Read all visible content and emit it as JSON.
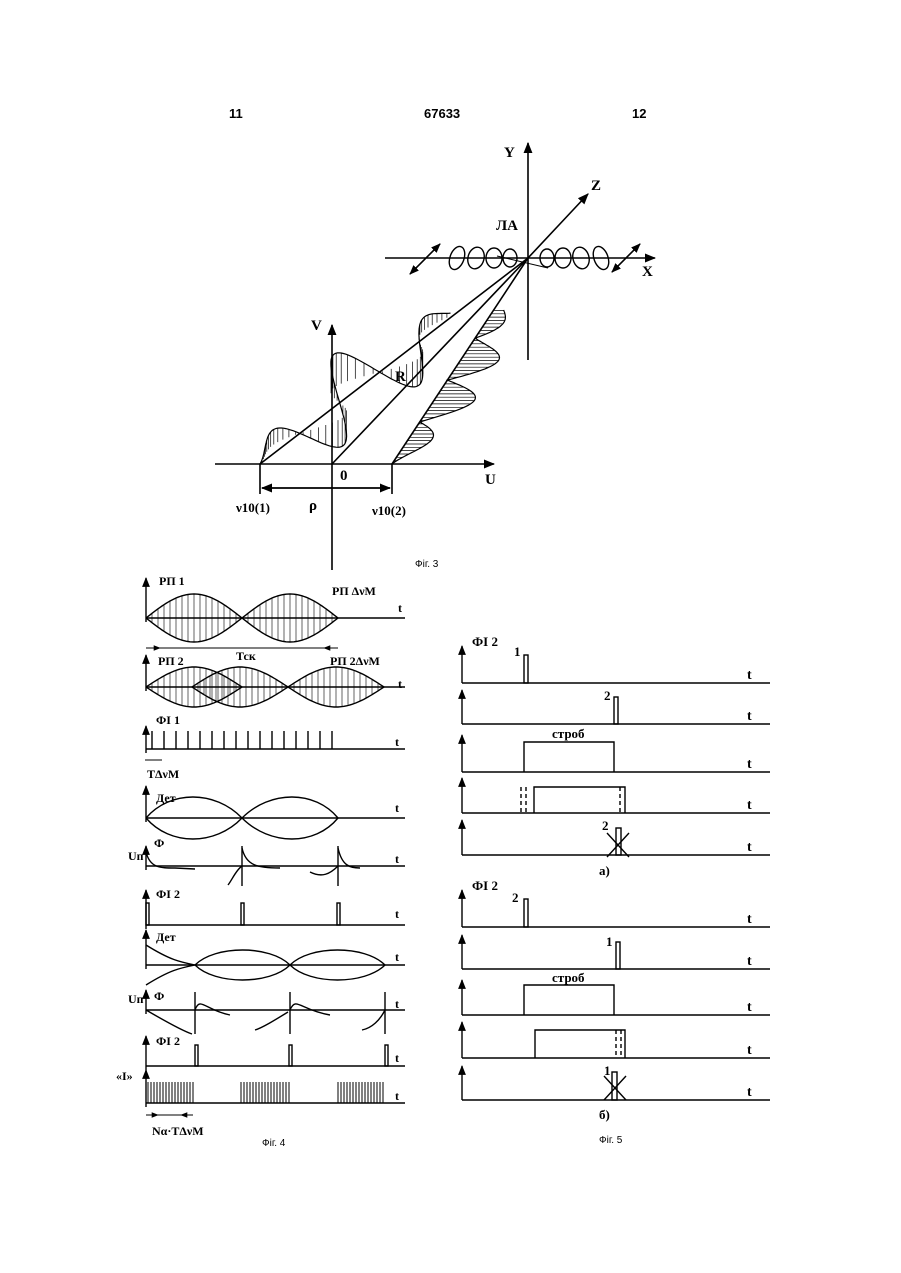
{
  "header": {
    "left": "11",
    "center": "67633",
    "right": "12"
  },
  "fig3": {
    "axis_y": "Y",
    "axis_z": "Z",
    "axis_x": "X",
    "la": "ЛА",
    "axis_v": "V",
    "axis_u": "U",
    "r": "R",
    "origin": "0",
    "rho": "ρ",
    "nu1": "ν10(1)",
    "nu2": "ν10(2)",
    "caption": "Фіг. 3"
  },
  "fig4": {
    "rp1": "РП 1",
    "rp1_right": "РП ΔνМ",
    "tck": "Тск",
    "rp2": "РП 2",
    "rp2_right": "РП 2ΔνМ",
    "fi1": "ФІ 1",
    "t_dnu": "TΔνМ",
    "det": "Дет",
    "un": "Uп",
    "phi": "Ф",
    "fi2": "ФІ 2",
    "i_label": "«І»",
    "n_label": "Nα·TΔνМ",
    "t": "t",
    "caption": "Фіг. 4"
  },
  "fig5": {
    "fi2": "ФІ 2",
    "strob": "строб",
    "n1": "1",
    "n2": "2",
    "part_a": "а)",
    "part_b": "б)",
    "t": "t",
    "caption": "Фіг. 5"
  }
}
